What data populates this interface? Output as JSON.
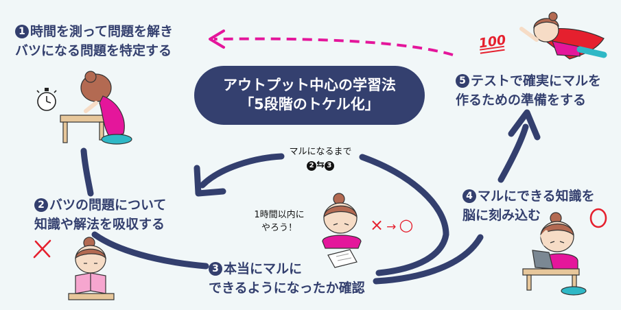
{
  "title": {
    "line1": "アウトプット中心の学習法",
    "line2": "「5段階のトケル化」"
  },
  "steps": [
    {
      "num": "1",
      "line1": "時間を測って問題を解き",
      "line2": "バツになる問題を特定する"
    },
    {
      "num": "2",
      "line1": "バツの問題について",
      "line2": "知識や解法を吸収する"
    },
    {
      "num": "3",
      "line1": "本当にマルに",
      "line2": "できるようになったか確認"
    },
    {
      "num": "4",
      "line1": "マルにできる知識を",
      "line2": "脳に刻み込む"
    },
    {
      "num": "5",
      "line1": "テストで確実にマルを",
      "line2": "作るための準備をする"
    }
  ],
  "loop_note": {
    "text": "マルになるまで",
    "from": "2",
    "arrow": "⇆",
    "to": "3"
  },
  "speech": {
    "line1": "1時間以内に",
    "line2": "やろう！"
  },
  "marks": {
    "cross": "×",
    "arrow": "→",
    "circle": "○",
    "hundred": "100"
  },
  "colors": {
    "navy": "#333f6e",
    "pink": "#e4169b",
    "red": "#e5202e",
    "skin": "#f6dcc6",
    "hair": "#b36a52",
    "desk": "#e7c79b"
  }
}
